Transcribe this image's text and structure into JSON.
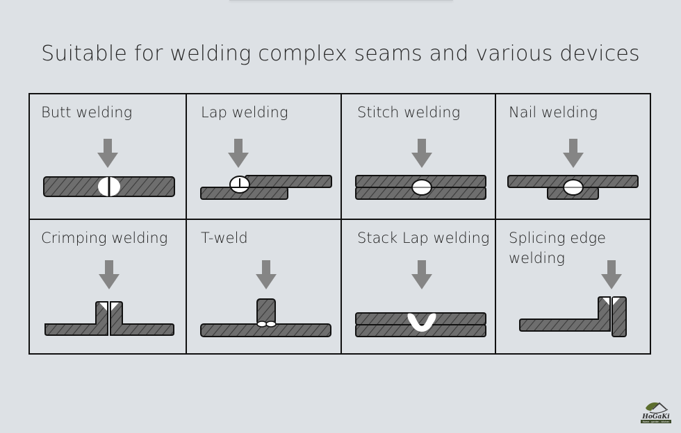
{
  "title": "Suitable for welding complex seams and various devices",
  "colors": {
    "background": "#dde1e5",
    "plate_fill": "#6e6e6e",
    "hatch": "#3c3c3c",
    "arrow": "#858585",
    "weld": "#ffffff",
    "outline": "#111111"
  },
  "cells": [
    {
      "label": "Butt welding",
      "diagram": "butt-weld-diagram"
    },
    {
      "label": "Lap welding",
      "diagram": "lap-weld-diagram"
    },
    {
      "label": "Stitch welding",
      "diagram": "stitch-weld-diagram"
    },
    {
      "label": "Nail welding",
      "diagram": "nail-weld-diagram"
    },
    {
      "label": "Crimping welding",
      "diagram": "crimping-weld-diagram"
    },
    {
      "label": "T-weld",
      "diagram": "t-weld-diagram"
    },
    {
      "label": "Stack Lap welding",
      "diagram": "stack-lap-weld-diagram"
    },
    {
      "label": "Splicing edge\nwelding",
      "diagram": "splicing-edge-weld-diagram"
    }
  ],
  "logo": {
    "name": "HoGaKi",
    "tagline": "Home - garden - kitchen"
  }
}
